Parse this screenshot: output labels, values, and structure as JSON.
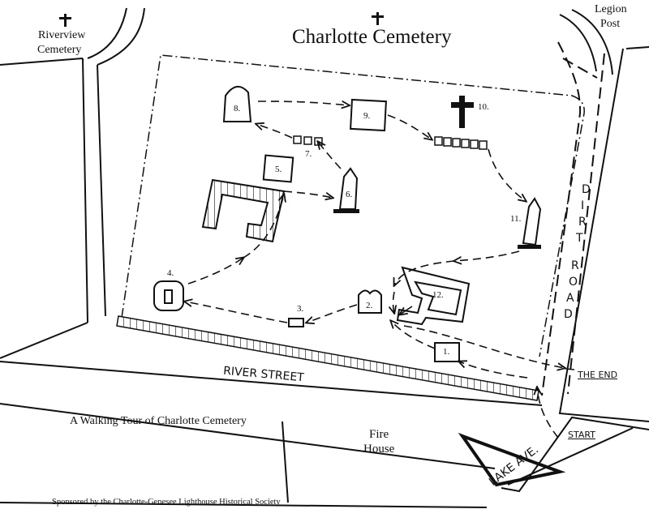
{
  "map": {
    "title": "Charlotte Cemetery",
    "subtitle": "A Walking Tour of Charlotte Cemetery",
    "sponsor": "Sponsored by the Charlotte-Genesee Lighthouse Historical Society",
    "places": {
      "riverview_line1": "Riverview",
      "riverview_line2": "Cemetery",
      "legion_line1": "Legion",
      "legion_line2": "Post",
      "fire_line1": "Fire",
      "fire_line2": "House"
    },
    "roads": {
      "river_street": "RIVER STREET",
      "dirt_road_letters": [
        "D",
        "I",
        "R",
        "T",
        "R",
        "O",
        "A",
        "D"
      ],
      "lake_ave": "LAKE AVE."
    },
    "route": {
      "start": "START",
      "end": "THE END"
    },
    "stops": [
      "1.",
      "2.",
      "3.",
      "4.",
      "5.",
      "6.",
      "7.",
      "8.",
      "9.",
      "10.",
      "11.",
      "12."
    ]
  }
}
